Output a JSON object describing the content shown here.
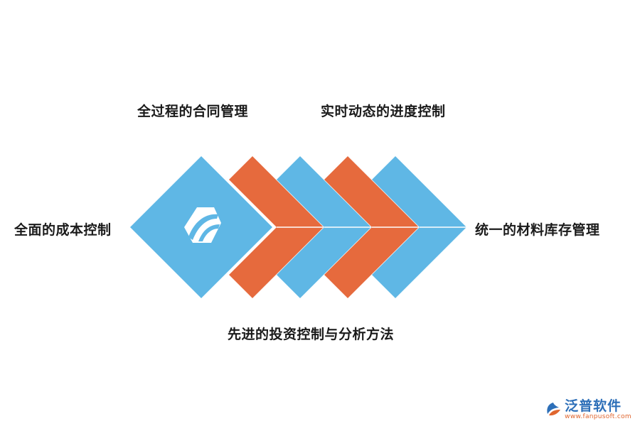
{
  "labels": {
    "top_left": "全过程的合同管理",
    "top_right": "实时动态的进度控制",
    "left": "全面的成本控制",
    "right": "统一的材料库存管理",
    "bottom": "先进的投资控制与分析方法"
  },
  "watermark": {
    "name": "泛普软件",
    "url": "www.fanpusoft.com"
  },
  "colors": {
    "blue": "#5fb7e5",
    "orange": "#e66a3d",
    "text": "#1a1a1a",
    "brand_blue": "#2d6fb8",
    "brand_orange": "#e0662f"
  },
  "icons": [
    "leaf-logo-icon",
    "brand-logo-icon"
  ]
}
